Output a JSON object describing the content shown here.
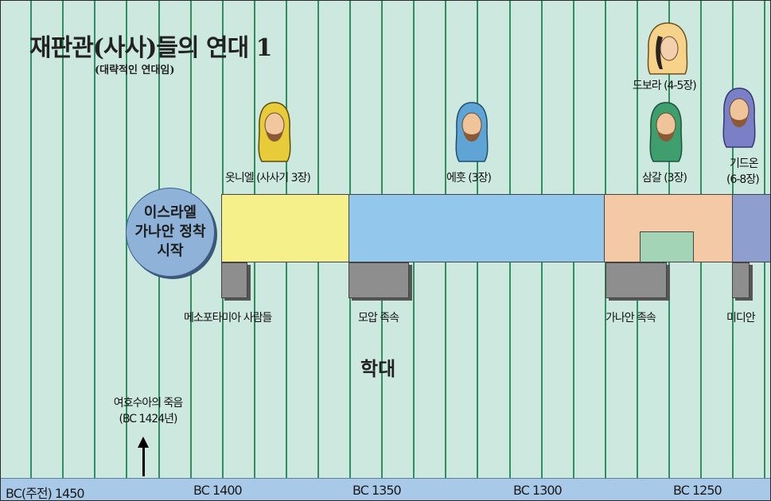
{
  "title": "재판관(사사)들의 연대 1",
  "subtitle": "(대략적인 연대임)",
  "axis_labels": [
    "BC(주전) 1450",
    "BC 1400",
    "BC 1350",
    "BC 1300",
    "BC 1250"
  ],
  "settlement": "이스라엘\n가나안 정착\n시작",
  "judges": {
    "othniel": "옷니엘 (사사기 3장)",
    "ehud": "에훗 (3장)",
    "deborah": "드보라 (4-5장)",
    "shamgar": "삼갈 (3장)",
    "gideon_1": "기드온",
    "gideon_2": "(6-8장)"
  },
  "oppressors": {
    "mesopotamia": "메소포타미아 사람들",
    "moab": "모압 족속",
    "canaan": "가나안 족속",
    "midian": "미디안"
  },
  "oppression_label": "학대",
  "joshua_death": {
    "line1": "여호수아의 죽음",
    "line2": "(BC 1424년)"
  },
  "colors": {
    "background": "#cde9df",
    "gridline": "#2f8f63",
    "othniel_era": "#f6f08a",
    "ehud_era": "#93c8ec",
    "deborah_era": "#f4c9a5",
    "shamgar_era": "#a3d4b6",
    "gideon_era": "#8e9fcf",
    "oppression": "#8e8e8e",
    "axis_band": "#a9c9e8"
  }
}
